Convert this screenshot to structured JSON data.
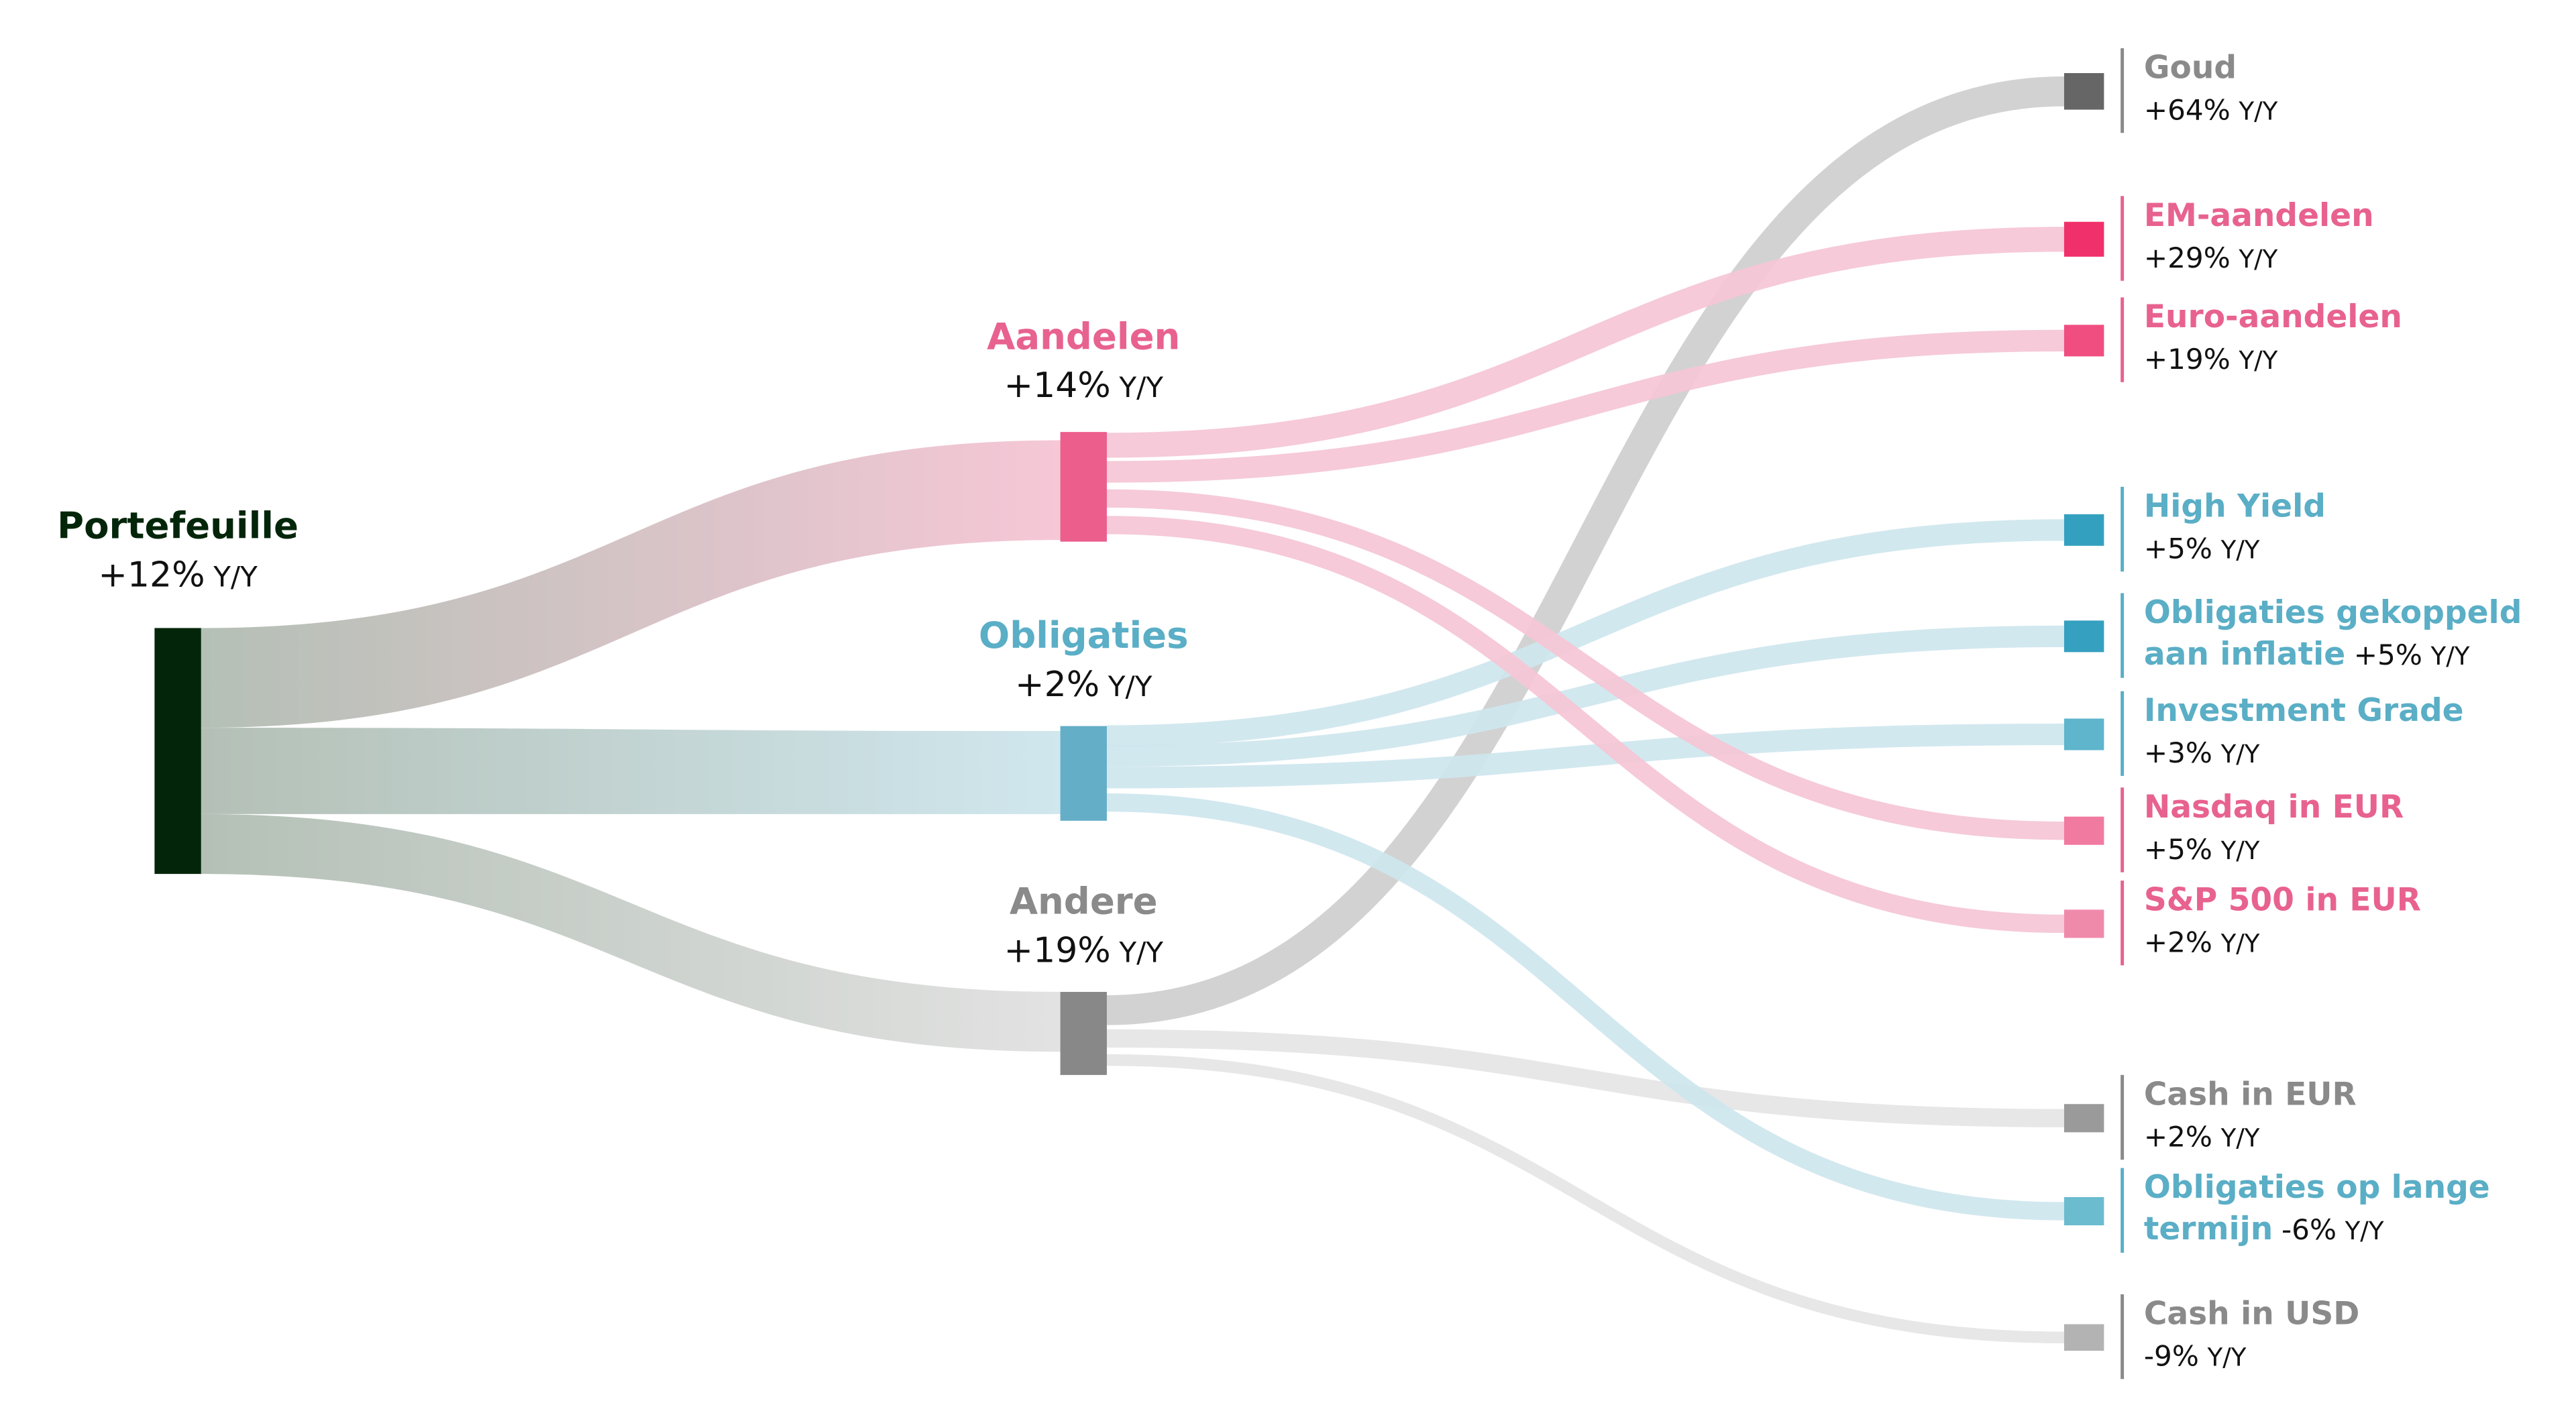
{
  "root": {
    "id": "portefeuille",
    "name": "Portefeuille",
    "change": "+12%",
    "unit": "Y/Y",
    "color": "#03260a"
  },
  "middle": [
    {
      "id": "aandelen",
      "name": "Aandelen",
      "change": "+14%",
      "unit": "Y/Y",
      "color": "#ec5e8c",
      "flow_color": "#f6c7d6",
      "value": 60
    },
    {
      "id": "obligaties",
      "name": "Obligaties",
      "change": "+2%",
      "unit": "Y/Y",
      "color": "#64aec8",
      "flow_color": "#d0e7ee",
      "value": 52
    },
    {
      "id": "andere",
      "name": "Andere",
      "change": "+19%",
      "unit": "Y/Y",
      "color": "#888888",
      "flow_color": "#e2e2e2",
      "value": 36
    }
  ],
  "leaves": [
    {
      "id": "goud",
      "name": "Goud",
      "change": "+64%",
      "unit": "Y/Y",
      "parent": "andere",
      "color": "#666666",
      "value": 18,
      "inline": false
    },
    {
      "id": "em",
      "name": "EM-aandelen",
      "change": "+29%",
      "unit": "Y/Y",
      "parent": "aandelen",
      "color": "#f0306a",
      "value": 15,
      "inline": false
    },
    {
      "id": "euro",
      "name": "Euro-aandelen",
      "change": "+19%",
      "unit": "Y/Y",
      "parent": "aandelen",
      "color": "#f04d80",
      "value": 13,
      "inline": false
    },
    {
      "id": "hy",
      "name": "High Yield",
      "change": "+5%",
      "unit": "Y/Y",
      "parent": "obligaties",
      "color": "#34a0bf",
      "value": 13,
      "inline": false
    },
    {
      "id": "infl",
      "name": "Obligaties gekoppeld aan inflatie",
      "change": "+5%",
      "unit": "Y/Y",
      "parent": "obligaties",
      "color": "#35a0c0",
      "value": 13,
      "inline": true
    },
    {
      "id": "ig",
      "name": "Investment Grade",
      "change": "+3%",
      "unit": "Y/Y",
      "parent": "obligaties",
      "color": "#5eb5cc",
      "value": 13,
      "inline": false
    },
    {
      "id": "nasdaq",
      "name": "Nasdaq in EUR",
      "change": "+5%",
      "unit": "Y/Y",
      "parent": "aandelen",
      "color": "#f07aa0",
      "value": 11,
      "inline": false
    },
    {
      "id": "sp",
      "name": "S&P 500 in EUR",
      "change": "+2%",
      "unit": "Y/Y",
      "parent": "aandelen",
      "color": "#f08aab",
      "value": 11,
      "inline": false
    },
    {
      "id": "casheur",
      "name": "Cash in EUR",
      "change": "+2%",
      "unit": "Y/Y",
      "parent": "andere",
      "color": "#9a9a9a",
      "value": 11,
      "inline": false
    },
    {
      "id": "lang",
      "name": "Obligaties op lange termijn",
      "change": "-6%",
      "unit": "Y/Y",
      "parent": "obligaties",
      "color": "#6bbccf",
      "value": 11,
      "inline": true
    },
    {
      "id": "cashusd",
      "name": "Cash in USD",
      "change": "-9%",
      "unit": "Y/Y",
      "parent": "andere",
      "color": "#b3b3b3",
      "value": 7,
      "inline": false
    }
  ],
  "label_colors": {
    "pink": "#e8628f",
    "blue": "#5aaec6",
    "gray": "#8a8a8a"
  }
}
